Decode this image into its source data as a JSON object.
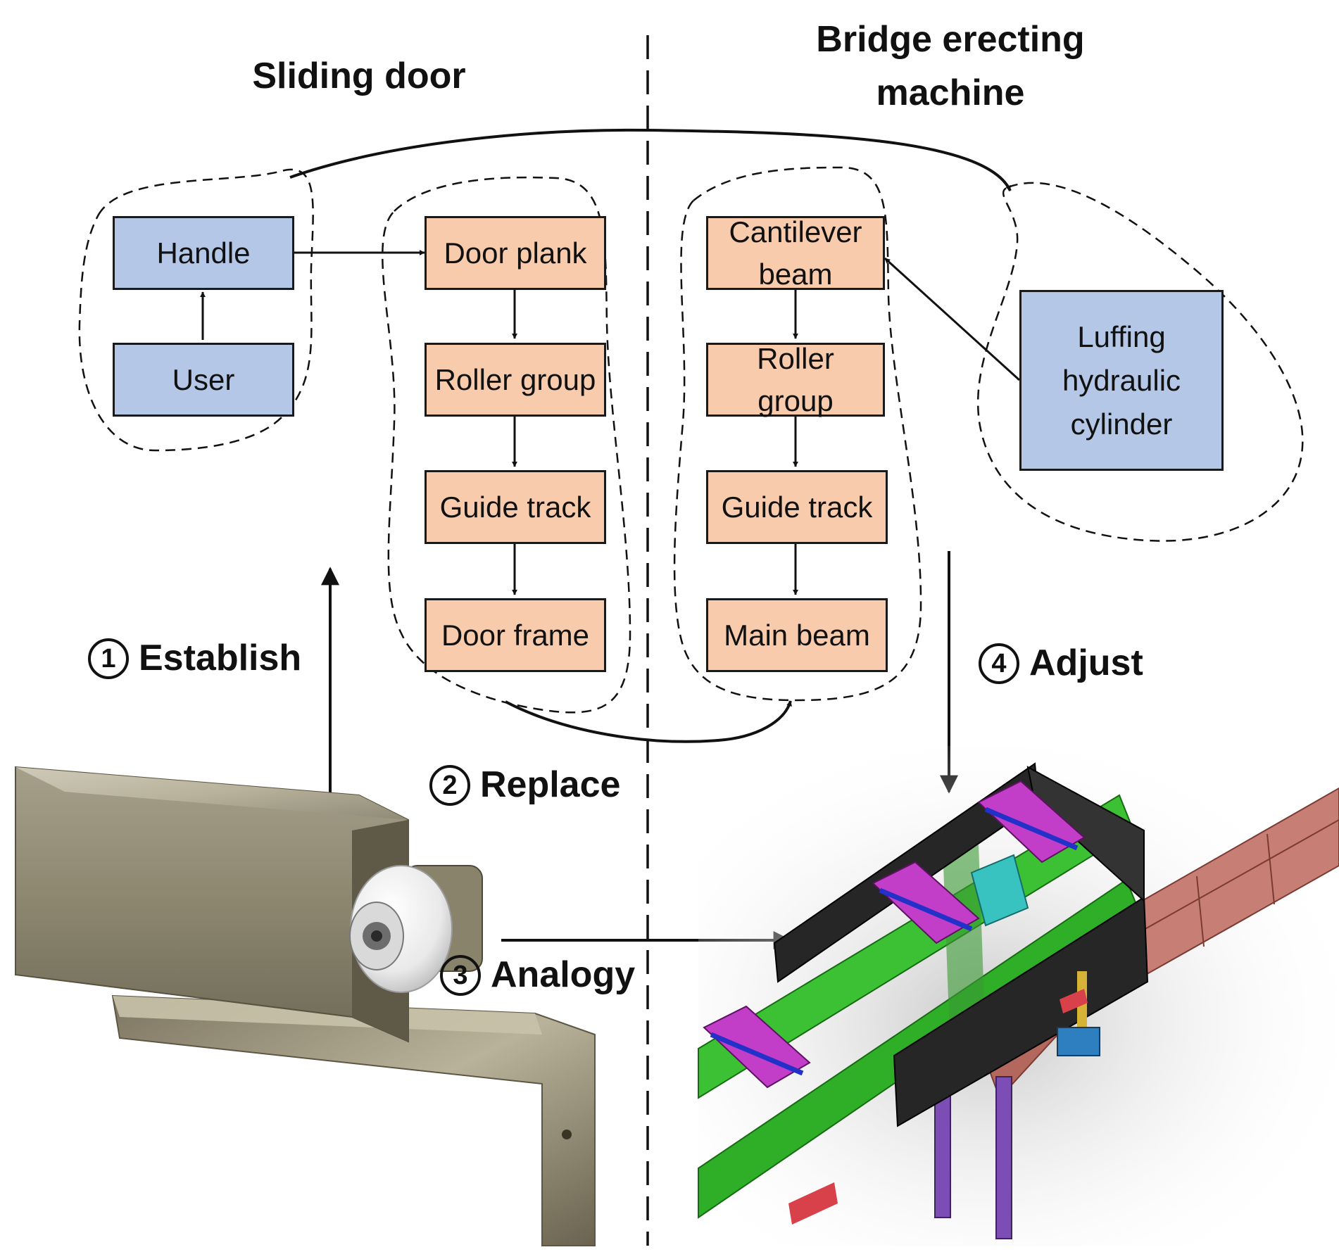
{
  "left_title": "Sliding door",
  "right_title_line1": "Bridge erecting",
  "right_title_line2": "machine",
  "left_boxes": {
    "handle": "Handle",
    "user": "User",
    "door_plank": "Door plank",
    "roller_group": "Roller group",
    "guide_track": "Guide track",
    "door_frame": "Door frame"
  },
  "right_boxes": {
    "cantilever_line1": "Cantilever",
    "cantilever_line2": "beam",
    "roller_line1": "Roller",
    "roller_line2": "group",
    "guide_track": "Guide track",
    "main_beam": "Main beam",
    "luffing_line1": "Luffing",
    "luffing_line2": "hydraulic",
    "luffing_line3": "cylinder"
  },
  "steps": [
    {
      "num": "1",
      "label": "Establish"
    },
    {
      "num": "2",
      "label": "Replace"
    },
    {
      "num": "3",
      "label": "Analogy"
    },
    {
      "num": "4",
      "label": "Adjust"
    }
  ],
  "colors": {
    "function_box": "#b4c7e7",
    "structure_box": "#f8cbad",
    "beam_green": "#2fb52a",
    "beam_black": "#222222",
    "crossbeam_magenta": "#c23ec9",
    "rail_red": "#b9655c"
  }
}
